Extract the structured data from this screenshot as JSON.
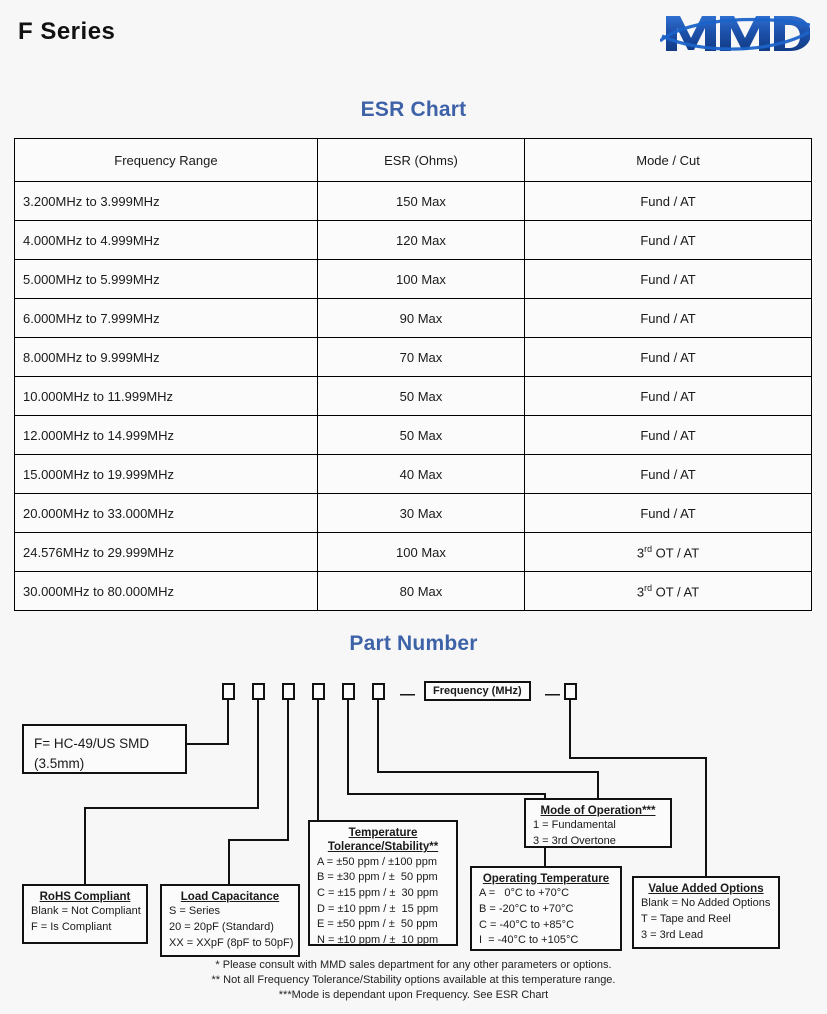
{
  "header": {
    "series_title": "F Series",
    "logo_text": "MMD",
    "logo_color": "#1b4fa8"
  },
  "sections": {
    "esr_title": "ESR Chart",
    "part_number_title": "Part Number",
    "accent_color": "#3e62a8"
  },
  "esr_table": {
    "columns": [
      "Frequency Range",
      "ESR (Ohms)",
      "Mode / Cut"
    ],
    "rows": [
      {
        "freq": "3.200MHz to 3.999MHz",
        "esr": "150 Max",
        "mode": "Fund / AT",
        "mode_sup": ""
      },
      {
        "freq": "4.000MHz to 4.999MHz",
        "esr": "120 Max",
        "mode": "Fund / AT",
        "mode_sup": ""
      },
      {
        "freq": "5.000MHz to 5.999MHz",
        "esr": "100 Max",
        "mode": "Fund / AT",
        "mode_sup": ""
      },
      {
        "freq": "6.000MHz to 7.999MHz",
        "esr": "90 Max",
        "mode": "Fund / AT",
        "mode_sup": ""
      },
      {
        "freq": "8.000MHz to 9.999MHz",
        "esr": "70 Max",
        "mode": "Fund / AT",
        "mode_sup": ""
      },
      {
        "freq": "10.000MHz to 11.999MHz",
        "esr": "50 Max",
        "mode": "Fund / AT",
        "mode_sup": ""
      },
      {
        "freq": "12.000MHz to 14.999MHz",
        "esr": "50 Max",
        "mode": "Fund / AT",
        "mode_sup": ""
      },
      {
        "freq": "15.000MHz to 19.999MHz",
        "esr": "40 Max",
        "mode": "Fund / AT",
        "mode_sup": ""
      },
      {
        "freq": "20.000MHz to 33.000MHz",
        "esr": "30 Max",
        "mode": "Fund / AT",
        "mode_sup": ""
      },
      {
        "freq": "24.576MHz to 29.999MHz",
        "esr": "100 Max",
        "mode": "3|rd| OT / AT",
        "mode_sup": "rd"
      },
      {
        "freq": "30.000MHz to 80.000MHz",
        "esr": "80 Max",
        "mode": "3|rd| OT / AT",
        "mode_sup": "rd"
      }
    ]
  },
  "part_number": {
    "code_box_count": 7,
    "separator": "—",
    "frequency_label": "Frequency (MHz)",
    "callouts": {
      "source": {
        "lines": [
          "F= HC-49/US SMD",
          "(3.5mm)"
        ]
      },
      "rohs": {
        "heading": "RoHS Compliant",
        "lines": [
          "Blank = Not Compliant",
          "F = Is Compliant"
        ]
      },
      "load_capacitance": {
        "heading": "Load Capacitance",
        "lines": [
          "S = Series",
          "20 = 20pF (Standard)",
          "XX = XXpF (8pF to 50pF)"
        ]
      },
      "temperature_tolerance": {
        "heading_line1": "Temperature",
        "heading_line2": "Tolerance/Stability**",
        "lines": [
          "A = ±50 ppm / ±100 ppm",
          "B = ±30 ppm / ±  50 ppm",
          "C = ±15 ppm / ±  30 ppm",
          "D = ±10 ppm / ±  15 ppm",
          "E = ±50 ppm / ±  50 ppm",
          "N = ±10 ppm / ±  10 ppm"
        ]
      },
      "operating_temperature": {
        "heading": "Operating Temperature",
        "lines": [
          "A =   0°C to +70°C",
          "B = -20°C to +70°C",
          "C = -40°C to +85°C",
          "I  = -40°C to +105°C"
        ]
      },
      "mode_of_operation": {
        "heading": "Mode of Operation***",
        "lines": [
          "1 = Fundamental",
          "3 = 3rd Overtone"
        ]
      },
      "value_added_options": {
        "heading": "Value Added Options",
        "lines": [
          "Blank = No Added Options",
          "T = Tape and Reel",
          "3 = 3rd Lead"
        ]
      }
    }
  },
  "footnotes": [
    "* Please consult with MMD sales department for any other parameters or options.",
    "** Not all Frequency Tolerance/Stability options available at this temperature range.",
    "***Mode is dependant upon Frequency. See ESR Chart"
  ]
}
